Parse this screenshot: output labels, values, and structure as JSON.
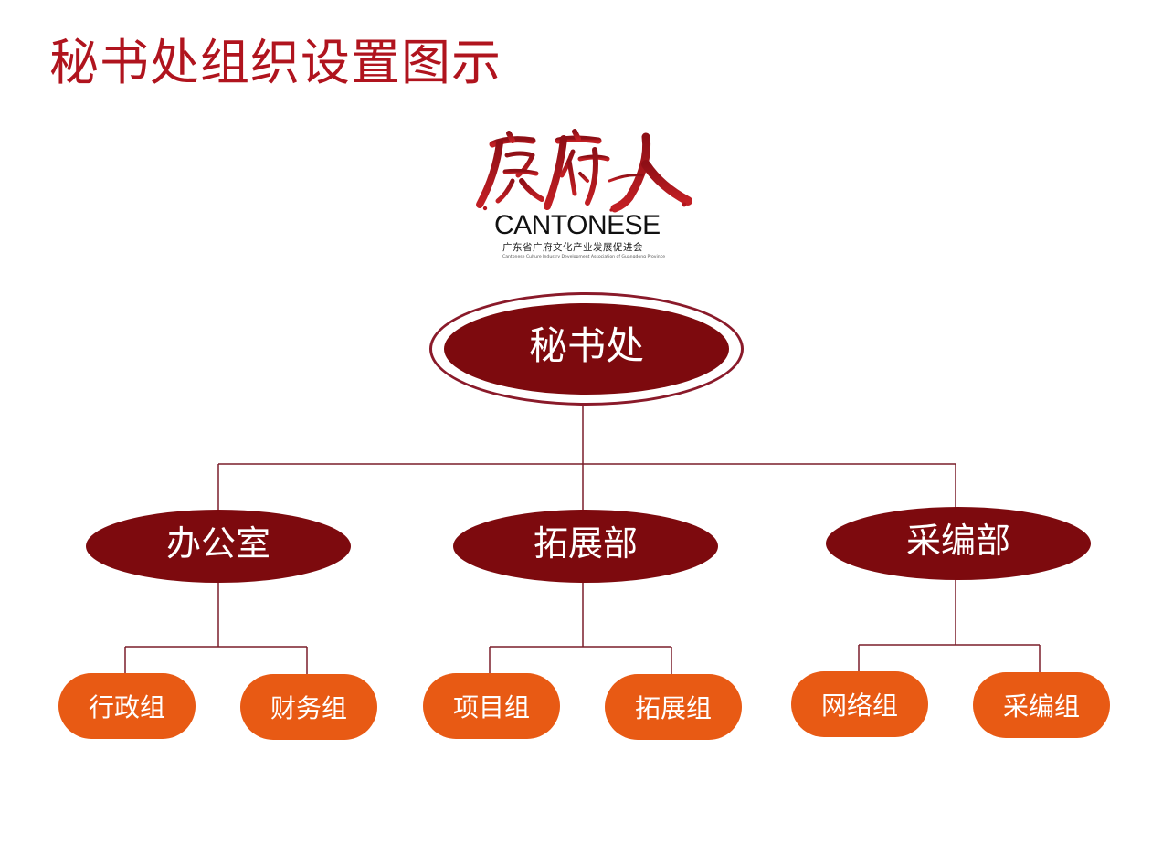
{
  "page": {
    "title": "秘书处组织设置图示"
  },
  "logo": {
    "calligraphy": "廣府人",
    "wordmark": "CANTONESE",
    "org_name_cn": "广东省广府文化产业发展促进会",
    "org_name_en": "Cantonese Culture Industry Development Association of Guangdong Province"
  },
  "org_chart": {
    "root": "秘书处",
    "departments": [
      {
        "label": "办公室",
        "teams": [
          "行政组",
          "财务组"
        ]
      },
      {
        "label": "拓展部",
        "teams": [
          "项目组",
          "拓展组"
        ]
      },
      {
        "label": "采编部",
        "teams": [
          "网络组",
          "采编组"
        ]
      }
    ]
  },
  "colors": {
    "title": "#b0141e",
    "root_fill": "#7d0a0e",
    "root_ring": "#8a1a2a",
    "dept_fill": "#7d0a0e",
    "team_fill": "#e85a14",
    "line": "#7a1e2a",
    "logo_red": "#b3151d"
  }
}
